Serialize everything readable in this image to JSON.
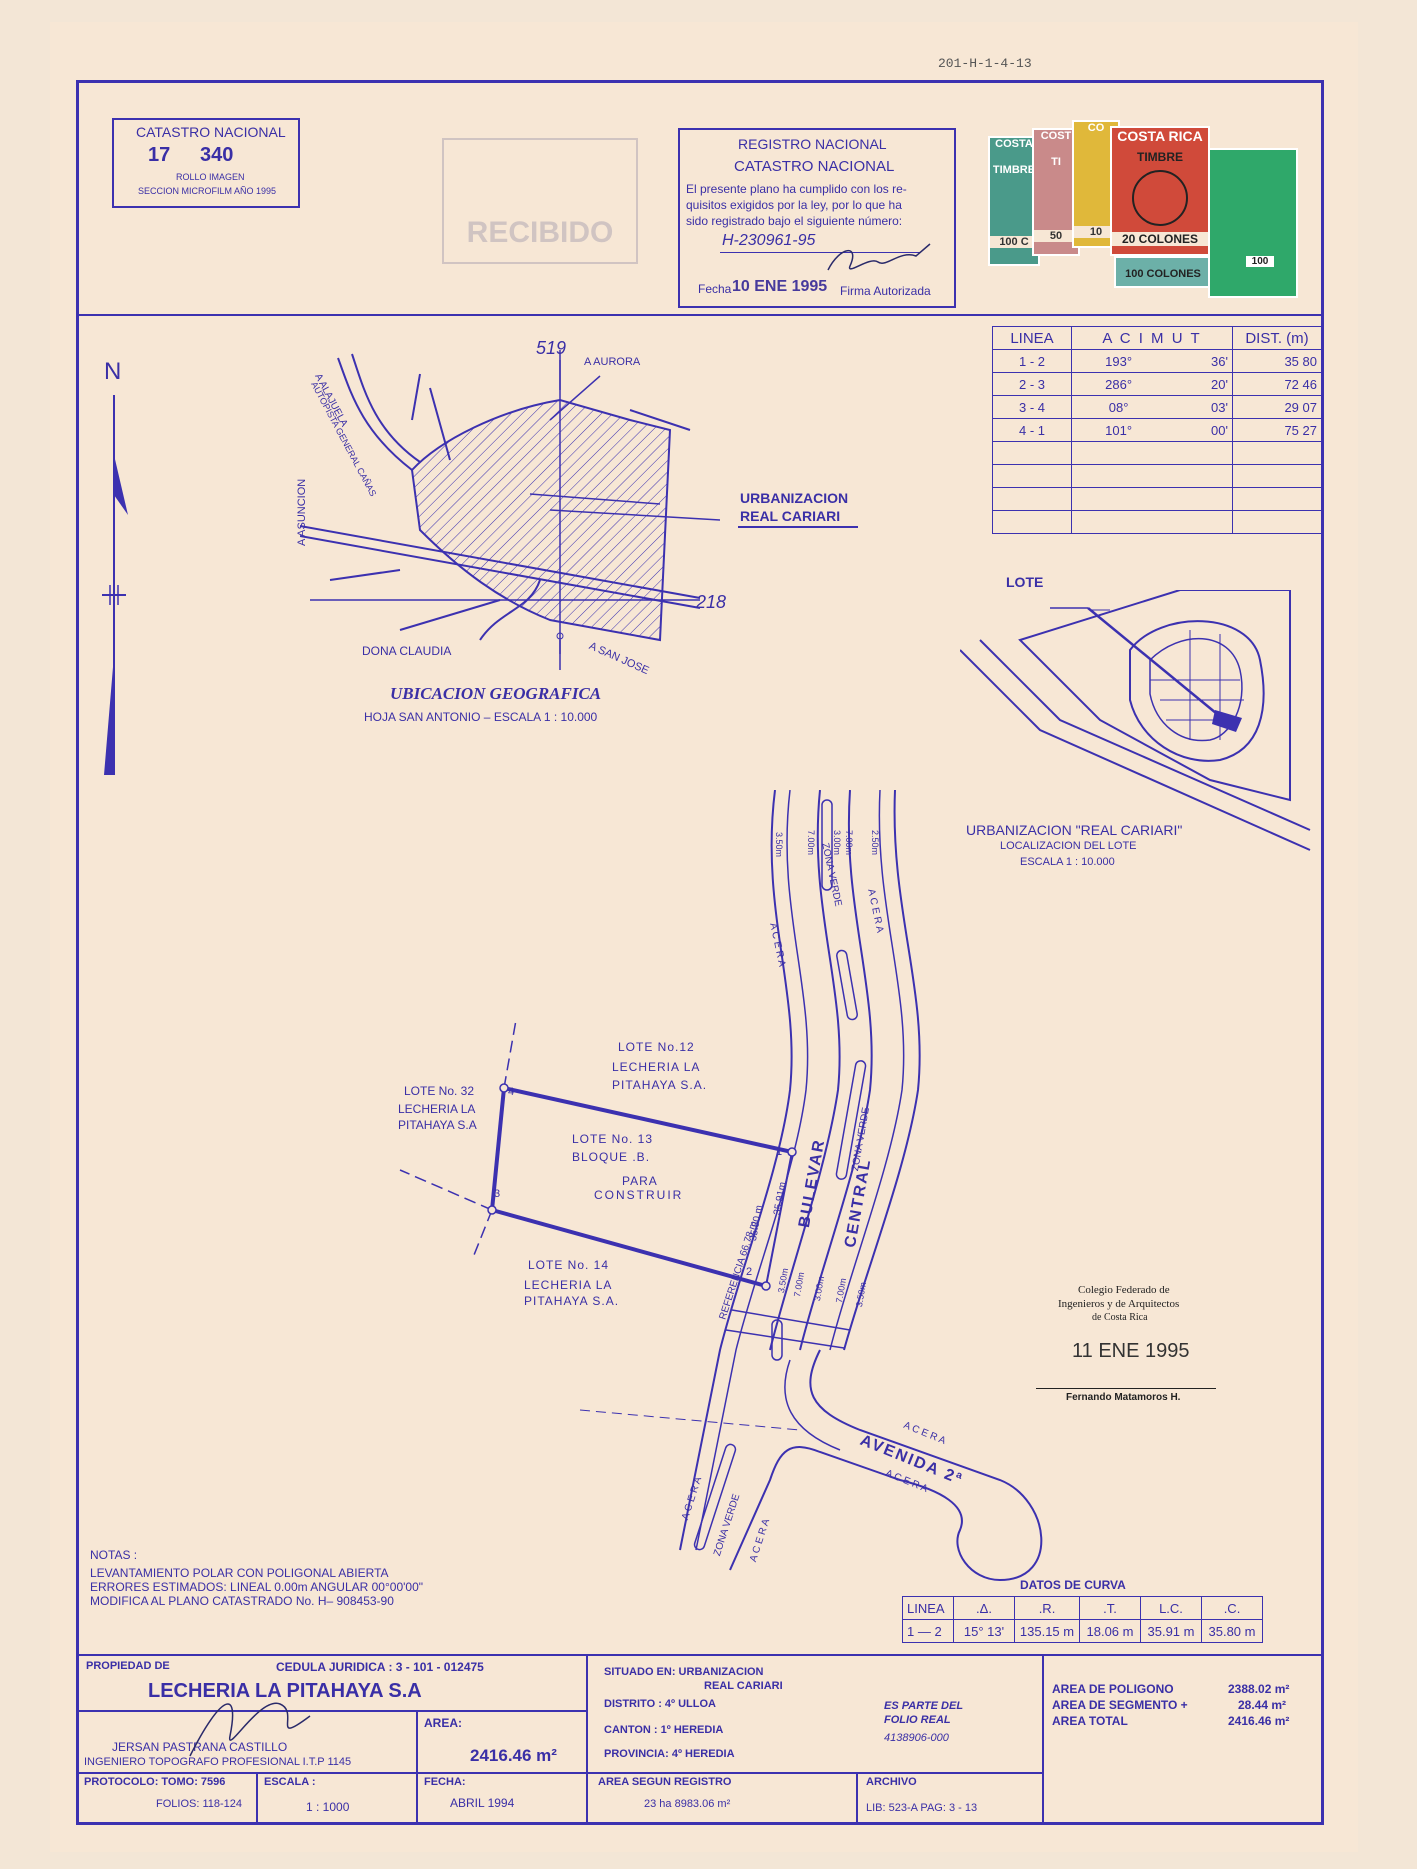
{
  "ref_code": "201-H-1-4-13",
  "catastro_box": {
    "title": "CATASTRO NACIONAL",
    "number_a": "17",
    "number_b": "340",
    "line1": "ROLLO IMAGEN",
    "line2": "SECCION MICROFILM AÑO 1995"
  },
  "registro_box": {
    "title1": "REGISTRO NACIONAL",
    "title2": "CATASTRO NACIONAL",
    "line1": "El presente plano ha cumplido con los re-",
    "line2": "quisitos exigidos por la ley, por lo que ha",
    "line3": "sido registrado bajo el siguiente número:",
    "number": "H-230961-95",
    "fecha_label": "Fecha",
    "fecha_value": "10 ENE 1995",
    "firma_label": "Firma Autorizada"
  },
  "stamps": [
    {
      "brand": "COSTA",
      "word": "TIMBRE",
      "value": "100 C",
      "color": "#4a9a8a"
    },
    {
      "brand": "COST",
      "word": "TI",
      "value": "50",
      "color": "#c98a8a"
    },
    {
      "brand": "CO",
      "word": "",
      "value": "10",
      "color": "#e0b83a"
    },
    {
      "brand": "COSTA RICA",
      "word": "TIMBRE",
      "value": "20 COLONES",
      "color": "#d04a3a"
    },
    {
      "brand": "",
      "word": "",
      "value": "100 COLONES",
      "color": "#6cb0a8"
    },
    {
      "brand": "",
      "word": "",
      "value": "100",
      "color": "#2fa86a"
    }
  ],
  "north_label": "N",
  "azimuth_table": {
    "headers": [
      "LINEA",
      "A C I M U T",
      "",
      "DIST. (m)"
    ],
    "rows": [
      [
        "1 - 2",
        "193°",
        "36'",
        "35 80"
      ],
      [
        "2 - 3",
        "286°",
        "20'",
        "72 46"
      ],
      [
        "3 - 4",
        "08°",
        "03'",
        "29 07"
      ],
      [
        "4 - 1",
        "101°",
        "00'",
        "75 27"
      ]
    ]
  },
  "ubicacion": {
    "title": "UBICACION   GEOGRAFICA",
    "subtitle": "HOJA SAN ANTONIO   –   ESCALA  1 : 10.000",
    "grid_top": "519",
    "grid_right": "218",
    "labels": {
      "aurora": "A AURORA",
      "asuncion": "A ASUNCION",
      "autopista": "AUTOPISTA GENERAL CAÑAS",
      "alajuela": "A ALAJUELA",
      "dona": "DONA CLAUDIA",
      "sanjose": "A SAN JOSE",
      "urb1": "URBANIZACION",
      "urb2": "REAL CARIARI"
    }
  },
  "localizacion": {
    "lote_label": "LOTE",
    "title": "URBANIZACION  \"REAL CARIARI\"",
    "line2": "LOCALIZACION  DEL  LOTE",
    "line3": "ESCALA 1 : 10.000"
  },
  "plan": {
    "lote12": [
      "LOTE  No.12",
      "LECHERIA LA",
      "PITAHAYA S.A."
    ],
    "lote32": [
      "LOTE No. 32",
      "LECHERIA LA",
      "PITAHAYA S.A"
    ],
    "lote13": [
      "LOTE  No. 13",
      "BLOQUE .B.",
      "PARA",
      "CONSTRUIR"
    ],
    "lote14": [
      "LOTE  No. 14",
      "LECHERIA LA",
      "PITAHAYA S.A."
    ],
    "bulevar": "BULEVAR",
    "central": "CENTRAL",
    "avenida": "AVENIDA 2ª",
    "acera": "A C E R A",
    "zona_verde": "ZONA VERDE",
    "referencia": "REFERENCIA 66.78 m",
    "dims": [
      "3.50m",
      "7.00m",
      "3.00m",
      "7.00m",
      "2.50m",
      "35.80 m",
      "35.91m"
    ],
    "points": [
      "1",
      "2",
      "3",
      "4"
    ]
  },
  "colegio": {
    "line1": "Colegio Federado de",
    "line2": "Ingenieros y de Arquitectos",
    "line3": "de Costa Rica",
    "date": "11 ENE 1995",
    "name": "Fernando Matamoros H."
  },
  "notas": {
    "title": "NOTAS :",
    "line1": "LEVANTAMIENTO POLAR CON POLIGONAL ABIERTA",
    "line2": "ERRORES ESTIMADOS: LINEAL 0.00m    ANGULAR 00°00'00\"",
    "line3": "MODIFICA AL PLANO CATASTRADO No. H– 908453-90"
  },
  "curva": {
    "title": "DATOS DE CURVA",
    "headers": [
      "LINEA",
      ".Δ.",
      ".R.",
      ".T.",
      "L.C.",
      ".C."
    ],
    "row": [
      "1 — 2",
      "15° 13'",
      "135.15 m",
      "18.06 m",
      "35.91 m",
      "35.80 m"
    ]
  },
  "title_block": {
    "propiedad_label": "PROPIEDAD DE",
    "cedula": "CEDULA JURIDICA : 3 - 101 - 012475",
    "owner": "LECHERIA LA PITAHAYA S.A",
    "engineer1": "JERSAN PASTRANA CASTILLO",
    "engineer2": "INGENIERO TOPOGRAFO PROFESIONAL I.T.P 1145",
    "area_label": "AREA:",
    "area_value": "2416.46 m²",
    "protocolo": "PROTOCOLO: TOMO: 7596",
    "folios": "FOLIOS: 118-124",
    "escala_label": "ESCALA :",
    "escala_value": "1 : 1000",
    "fecha_label": "FECHA:",
    "fecha_value": "ABRIL  1994",
    "situado1": "SITUADO EN: URBANIZACION",
    "situado2": "REAL CARIARI",
    "distrito": "DISTRITO : 4º ULLOA",
    "canton": "CANTON : 1º HEREDIA",
    "provincia": "PROVINCIA: 4º HEREDIA",
    "folio1": "ES PARTE DEL",
    "folio2": "FOLIO REAL",
    "folio3": "4138906-000",
    "area_registro_label": "AREA SEGUN REGISTRO",
    "area_registro_value": "23 ha 8983.06 m²",
    "archivo_label": "ARCHIVO",
    "archivo_value": "LIB: 523-A   PAG: 3 - 13",
    "area_poligono_label": "AREA  DE  POLIGONO",
    "area_poligono_value": "2388.02 m²",
    "area_segmento_label": "AREA  DE  SEGMENTO  +",
    "area_segmento_value": "28.44 m²",
    "area_total_label": "AREA  TOTAL",
    "area_total_value": "2416.46 m²"
  },
  "colors": {
    "ink": "#3c31b0",
    "paper": "#f7e7d5"
  }
}
